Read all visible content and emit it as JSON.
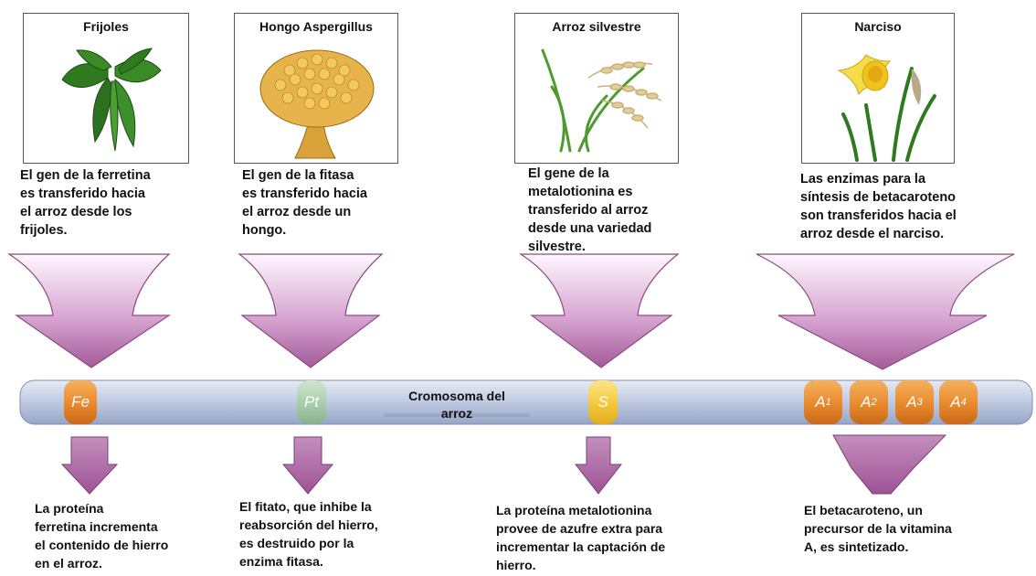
{
  "sources": [
    {
      "title": "Frijoles",
      "icon": "bean-plant-icon",
      "text": [
        "El gen de la ferretina",
        "es transferido hacia",
        "el arroz desde los",
        "frijoles."
      ]
    },
    {
      "title": "Hongo Aspergillus",
      "icon": "aspergillus-fungus-icon",
      "text": [
        "El gen de la fitasa",
        "es transferido hacia",
        "el arroz desde un",
        "hongo."
      ]
    },
    {
      "title": "Arroz silvestre",
      "icon": "wild-rice-icon",
      "text": [
        "El gene de la",
        "metalotionina es",
        "transferido al arroz",
        "desde una variedad",
        "silvestre."
      ]
    },
    {
      "title": "Narciso",
      "icon": "daffodil-icon",
      "text": [
        "Las enzimas para la",
        "síntesis de betacaroteno",
        "son transferidos hacia el",
        "arroz desde el narciso."
      ]
    }
  ],
  "chromosome": {
    "label": [
      "Cromosoma del",
      "arroz"
    ]
  },
  "genes": [
    {
      "label": "Fe",
      "sub": ""
    },
    {
      "label": "Pt",
      "sub": ""
    },
    {
      "label": "S",
      "sub": ""
    },
    {
      "label": "A",
      "sub": "1"
    },
    {
      "label": "A",
      "sub": "2"
    },
    {
      "label": "A",
      "sub": "3"
    },
    {
      "label": "A",
      "sub": "4"
    }
  ],
  "outcomes": [
    {
      "text": [
        "La proteína",
        "ferretina incrementa",
        "el contenido de hierro",
        "en el arroz."
      ]
    },
    {
      "text": [
        "El fitato, que inhibe la",
        "reabsorción del hierro,",
        "es destruido por la",
        "enzima fitasa."
      ]
    },
    {
      "text": [
        "La proteína metalotionina",
        "provee de azufre extra para",
        "incrementar la captación de",
        "hierro."
      ]
    },
    {
      "text": [
        "El betacaroteno, un",
        "precursor de la vitamina",
        "A, es sintetizado."
      ]
    }
  ],
  "colors": {
    "arrow": "#a9609e",
    "arrow_light": "#fbf4fb",
    "chromosome": "#c3cde3",
    "gene_orange": "#e8892c",
    "gene_green": "#a7cca9",
    "gene_yellow": "#f4c83a"
  }
}
